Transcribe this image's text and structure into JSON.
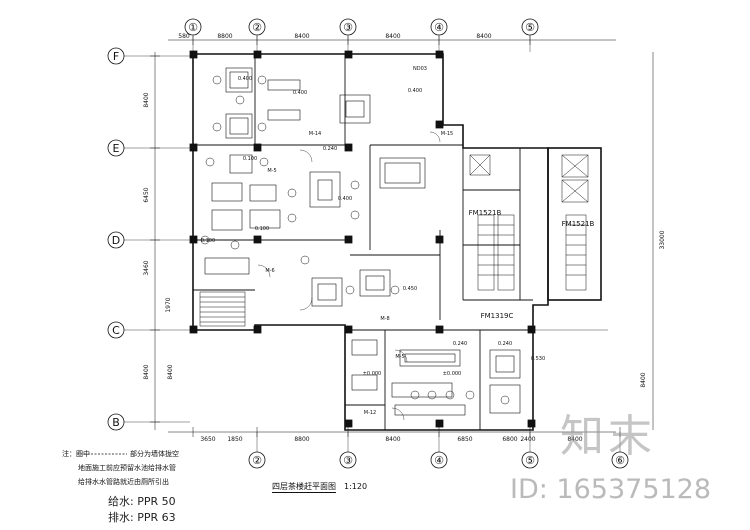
{
  "grid": {
    "columns": [
      "①",
      "②",
      "③",
      "④",
      "⑤",
      "⑥"
    ],
    "rows": [
      "F",
      "E",
      "D",
      "C",
      "B"
    ],
    "top_dims": [
      "580",
      "8800",
      "8400",
      "8400",
      "8400"
    ],
    "bottom_dims": [
      "3650",
      "1850",
      "8800",
      "8400",
      "6850",
      "6800",
      "2400",
      "8400"
    ],
    "left_dims": [
      "8400",
      "6450",
      "3460",
      "1970",
      "8400",
      "8400"
    ],
    "right_dims": [
      "33000",
      "8400"
    ]
  },
  "rooms": {
    "stairs": [
      "FM1521B",
      "FM1521B",
      "FM1319C"
    ],
    "markers": [
      "ND03",
      "M-15",
      "M-14",
      "M-5",
      "M-6",
      "M-8",
      "M-12",
      "M-5"
    ],
    "levels": [
      "0.400",
      "0.400",
      "0.400",
      "0.100",
      "0.100",
      "0.100",
      "0.240",
      "0.450",
      "0.400",
      "±0.000",
      "±0.000",
      "0.530",
      "0.240",
      "0.240"
    ]
  },
  "notes": {
    "legend_prefix": "注：图中",
    "legend_suffix": "部分为墙体拢空",
    "line2": "地面施工前应预留水池给排水管",
    "line3": "给排水水管路就近由厕所引出",
    "supply_label": "给水: PPR 50",
    "drain_label": "排水: PPR 63"
  },
  "title": {
    "main": "四层茶楼赶平面图",
    "scale": "1:120"
  },
  "watermark": {
    "logo": "知末",
    "id": "ID: 165375128"
  }
}
